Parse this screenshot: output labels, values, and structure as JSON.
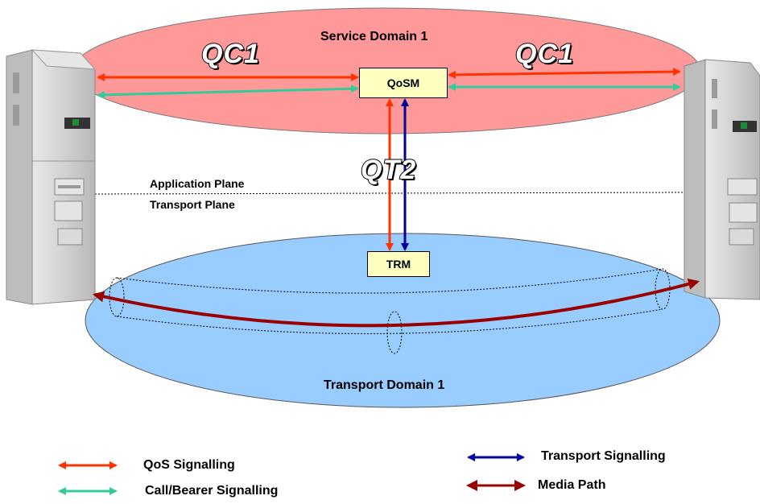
{
  "diagram": {
    "service_domain_label": "Service Domain 1",
    "transport_domain_label": "Transport Domain 1",
    "application_plane_label": "Application Plane",
    "transport_plane_label": "Transport Plane",
    "qosm_label": "QoSM",
    "trm_label": "TRM",
    "qc1_left_label": "QC1",
    "qc1_right_label": "QC1",
    "qt2_label": "QT2"
  },
  "legend": {
    "qos_signalling": "QoS Signalling",
    "call_bearer_signalling": "Call/Bearer Signalling",
    "transport_signalling": "Transport  Signalling",
    "media_path": "Media Path"
  },
  "colors": {
    "service_domain_fill": "#ff9999",
    "transport_domain_fill": "#99ccff",
    "qos_signalling": "#ff3300",
    "call_bearer_signalling": "#33cc99",
    "transport_signalling": "#000099",
    "media_path": "#990000",
    "box_fill": "#ffffc0"
  }
}
